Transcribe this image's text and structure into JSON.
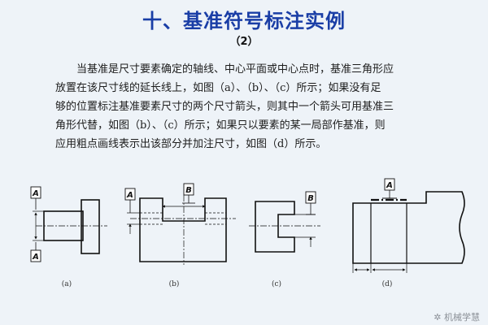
{
  "header": {
    "title": "十、基准符号标注实例",
    "subtitle": "（2）"
  },
  "body": {
    "lines": [
      "当基准是尺寸要素确定的轴线、中心平面或中心点时，基准三角形应",
      "放置在该尺寸线的延长线上，如图（a）、（b）、（c）所示；如果没有足",
      "够的位置标注基准要素尺寸的两个尺寸箭头，则其中一个箭头可用基准三",
      "角形代替，如图（b）、（c）所示；如果只以要素的某一局部作基准，则",
      "应用粗点画线表示出该部分并加注尺寸，如图（d）所示。"
    ]
  },
  "figures": {
    "a": {
      "caption": "(a)",
      "label": "A"
    },
    "b": {
      "caption": "(b)",
      "labels": [
        "A",
        "B"
      ]
    },
    "c": {
      "caption": "(c)",
      "label": "B"
    },
    "d": {
      "caption": "(d)",
      "label": "A"
    }
  },
  "watermark": "机械学慧"
}
